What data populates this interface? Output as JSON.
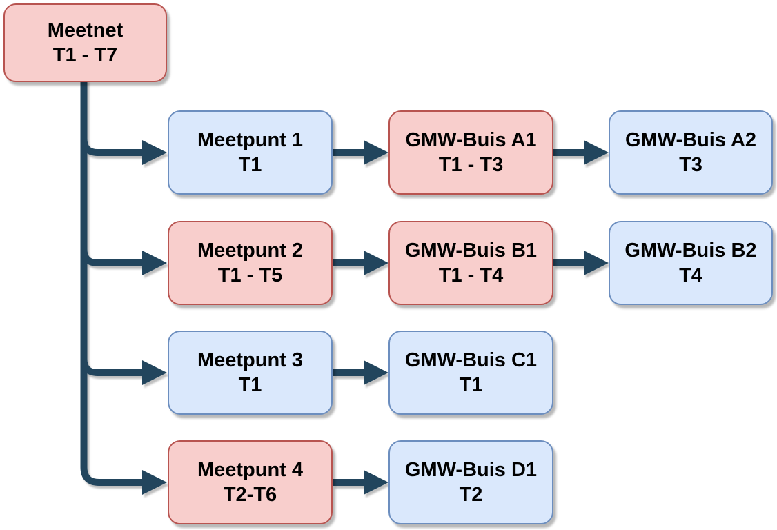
{
  "colors": {
    "red_fill": "#F8CECC",
    "red_stroke": "#B85450",
    "blue_fill": "#DAE8FC",
    "blue_stroke": "#6C8EBF",
    "connector": "#23445D",
    "text": "#000000",
    "background": "#FFFFFF"
  },
  "nodes": {
    "meetnet": {
      "title": "Meetnet",
      "period": "T1 - T7",
      "style": "red"
    },
    "meetpunt1": {
      "title": "Meetpunt 1",
      "period": "T1",
      "style": "blue"
    },
    "gmw_a1": {
      "title": "GMW-Buis A1",
      "period": "T1 - T3",
      "style": "red"
    },
    "gmw_a2": {
      "title": "GMW-Buis A2",
      "period": "T3",
      "style": "blue"
    },
    "meetpunt2": {
      "title": "Meetpunt 2",
      "period": "T1 - T5",
      "style": "red"
    },
    "gmw_b1": {
      "title": "GMW-Buis B1",
      "period": "T1 - T4",
      "style": "red"
    },
    "gmw_b2": {
      "title": "GMW-Buis B2",
      "period": "T4",
      "style": "blue"
    },
    "meetpunt3": {
      "title": "Meetpunt 3",
      "period": "T1",
      "style": "blue"
    },
    "gmw_c1": {
      "title": "GMW-Buis C1",
      "period": "T1",
      "style": "blue"
    },
    "meetpunt4": {
      "title": "Meetpunt 4",
      "period": "T2-T6",
      "style": "red"
    },
    "gmw_d1": {
      "title": "GMW-Buis D1",
      "period": "T2",
      "style": "blue"
    }
  },
  "edges": [
    {
      "from": "Meetnet",
      "to": "Meetpunt 1"
    },
    {
      "from": "Meetnet",
      "to": "Meetpunt 2"
    },
    {
      "from": "Meetnet",
      "to": "Meetpunt 3"
    },
    {
      "from": "Meetnet",
      "to": "Meetpunt 4"
    },
    {
      "from": "Meetpunt 1",
      "to": "GMW-Buis A1"
    },
    {
      "from": "GMW-Buis A1",
      "to": "GMW-Buis A2"
    },
    {
      "from": "Meetpunt 2",
      "to": "GMW-Buis B1"
    },
    {
      "from": "GMW-Buis B1",
      "to": "GMW-Buis B2"
    },
    {
      "from": "Meetpunt 3",
      "to": "GMW-Buis C1"
    },
    {
      "from": "Meetpunt 4",
      "to": "GMW-Buis D1"
    }
  ]
}
